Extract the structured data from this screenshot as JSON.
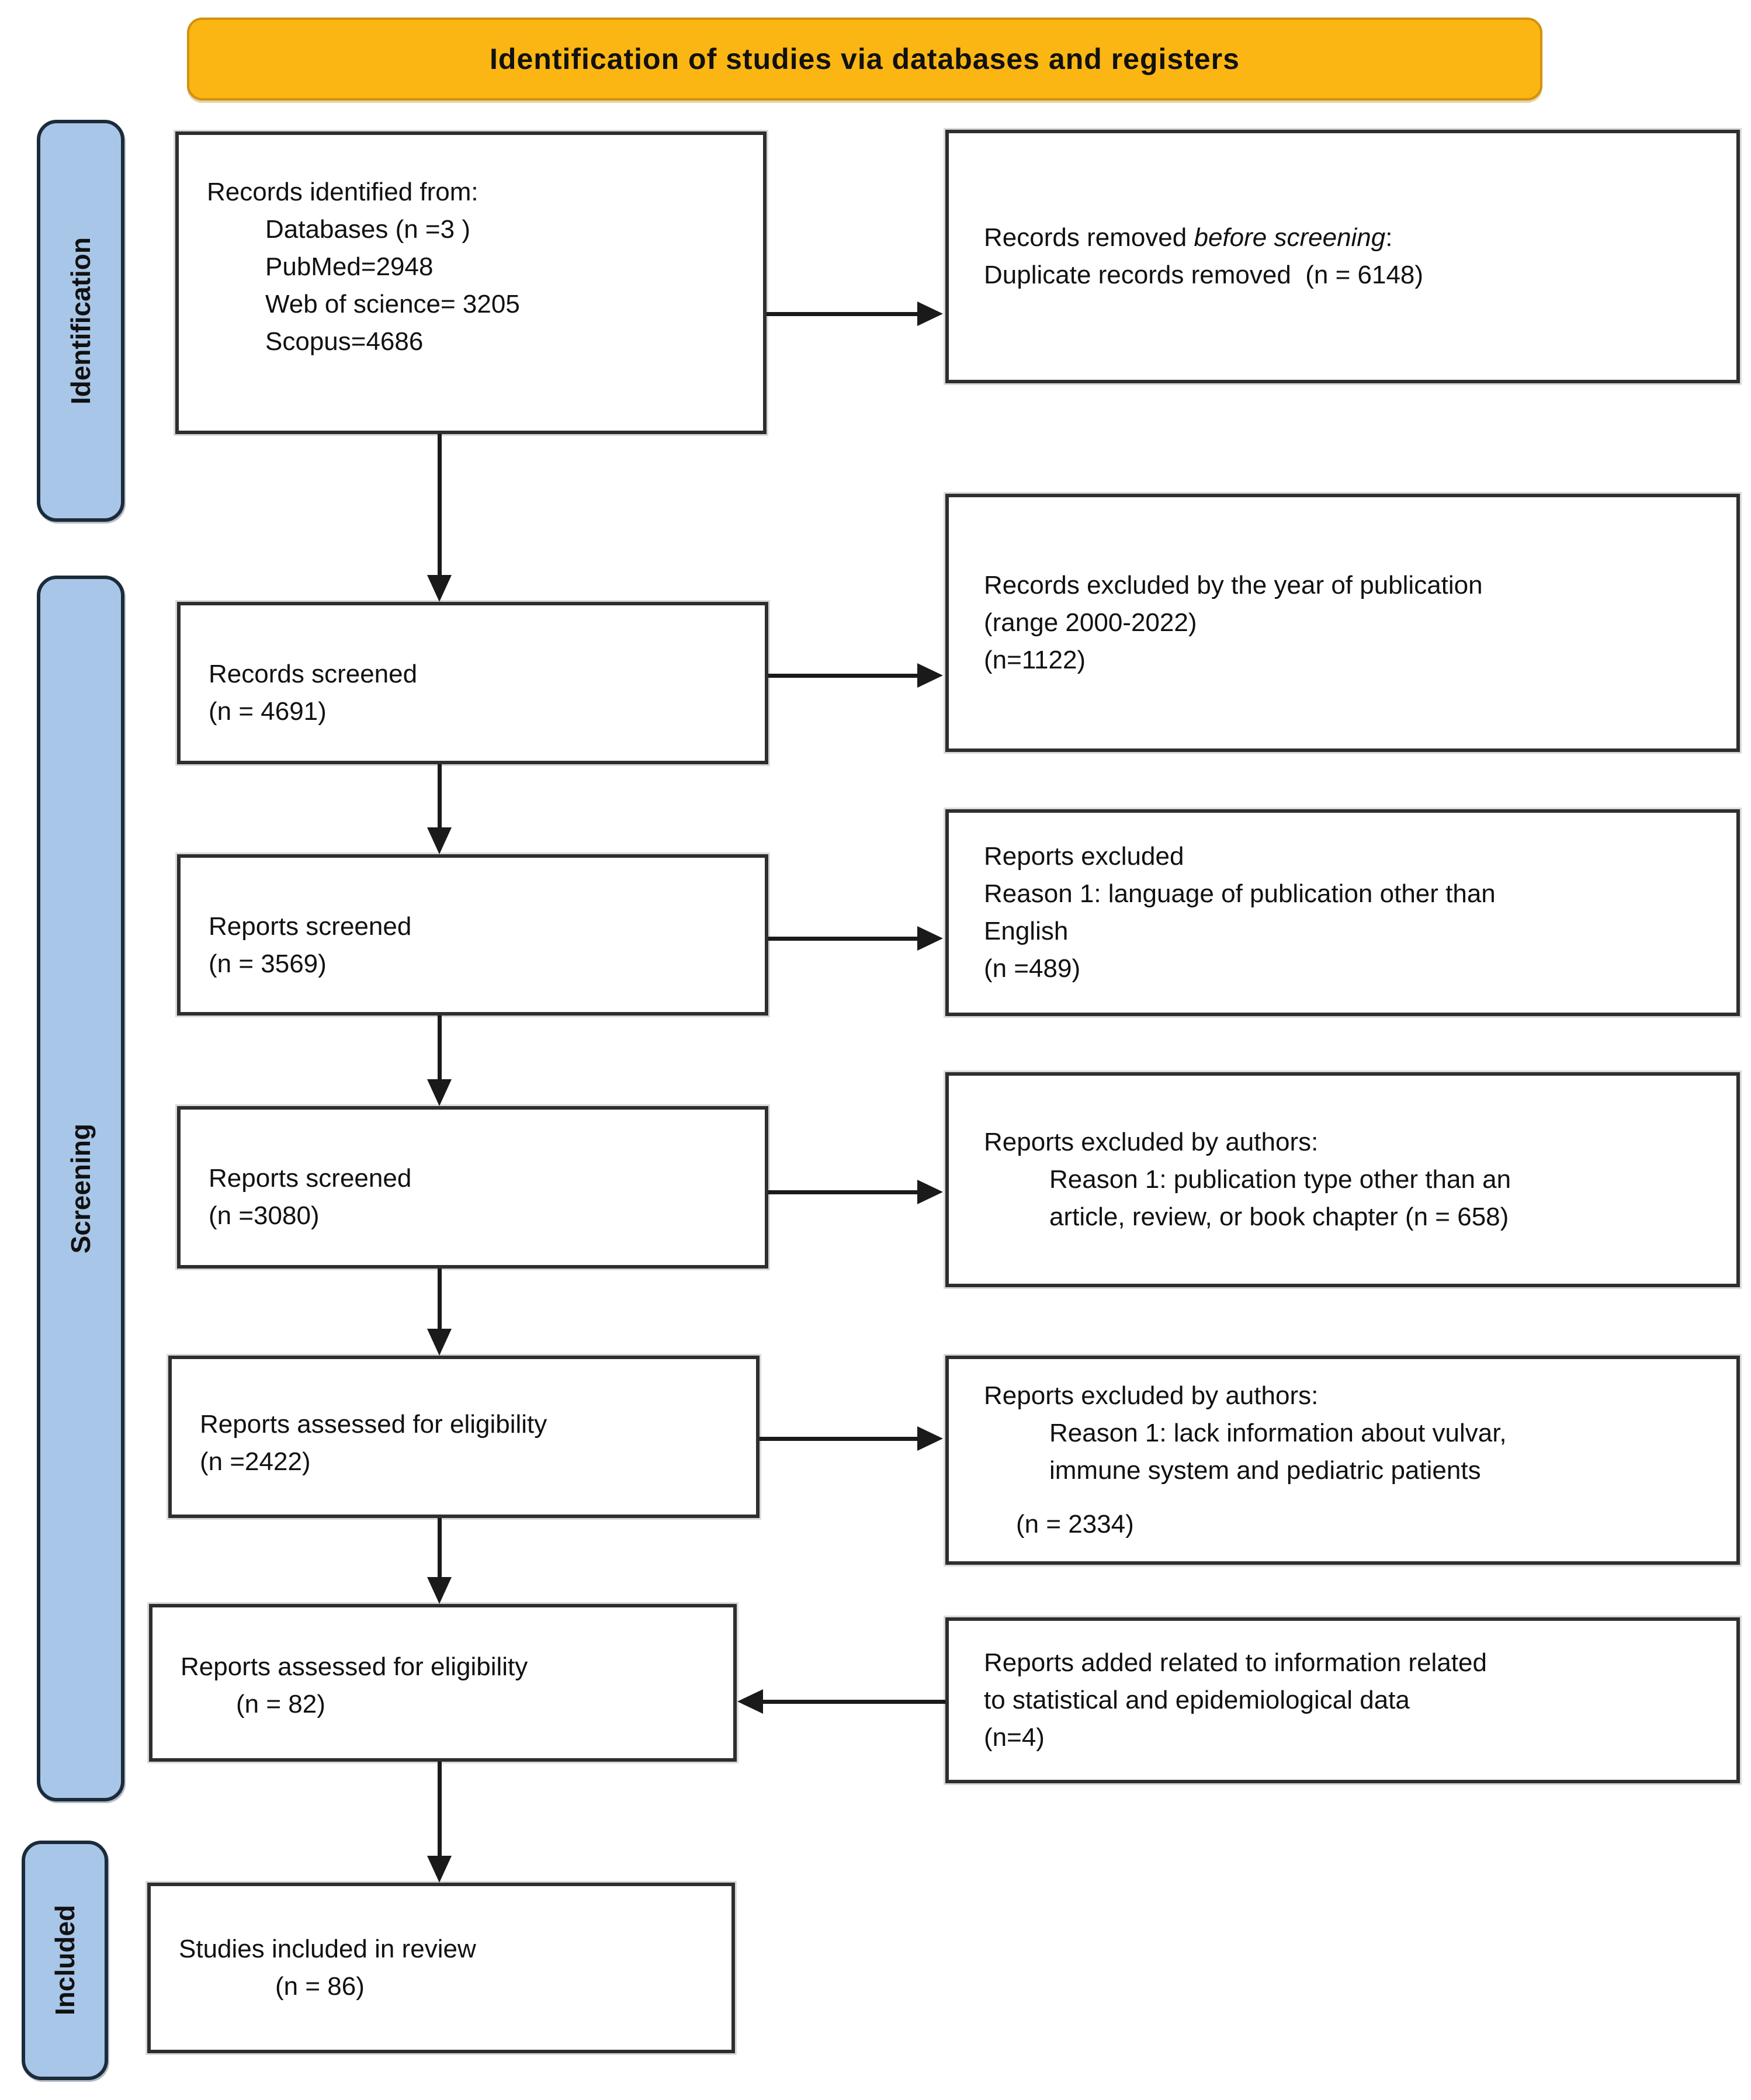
{
  "colors": {
    "banner_bg": "#FBB614",
    "banner_border": "#D2920E",
    "stage_bg": "#A8C6E8",
    "stage_border": "#1C2B3A",
    "box_border": "#2E2E2E",
    "arrow": "#1A1A1A",
    "text": "#111111"
  },
  "banner": {
    "title": "Identification of studies via databases and registers"
  },
  "stages": {
    "identification": "Identification",
    "screening": "Screening",
    "included": "Included"
  },
  "left_boxes": {
    "records_identified": {
      "title": "Records identified from:",
      "items": [
        "Databases (n =3 )",
        "PubMed=2948",
        "Web of science= 3205",
        "Scopus=4686"
      ]
    },
    "records_screened": {
      "line1": "Records screened",
      "line2": "(n = 4691)"
    },
    "reports_screened_1": {
      "line1": "Reports screened",
      "line2": "(n = 3569)"
    },
    "reports_screened_2": {
      "line1": "Reports screened",
      "line2": "(n =3080)"
    },
    "reports_assessed_1": {
      "line1": "Reports assessed for eligibility",
      "line2": "(n =2422)"
    },
    "reports_assessed_2": {
      "line1": "Reports assessed for eligibility",
      "line2": "(n = 82)"
    },
    "studies_included": {
      "line1": "Studies included in review",
      "line2": "(n = 86)"
    }
  },
  "right_boxes": {
    "removed_before_screening": {
      "line1_pre": "Records removed ",
      "line1_italic": "before screening",
      "line1_post": ":",
      "line2": "Duplicate records removed  (n = 6148)"
    },
    "excluded_by_year": {
      "line1": "Records excluded by the year of publication",
      "line2": "(range 2000-2022)",
      "line3": "(n=1122)"
    },
    "excluded_language": {
      "line1": "Reports excluded",
      "line2": "Reason 1: language of publication other than",
      "line3": "English",
      "line4": "(n =489)"
    },
    "excluded_by_authors_type": {
      "line1": "Reports excluded by authors:",
      "line2": "Reason 1: publication type other than an",
      "line3": "article, review, or book chapter (n = 658)"
    },
    "excluded_by_authors_info": {
      "line1": "Reports excluded by authors:",
      "line2": "Reason 1: lack information about vulvar,",
      "line3": "immune system and pediatric patients",
      "line4": "(n = 2334)"
    },
    "reports_added": {
      "line1": "Reports added related to information related",
      "line2": "to statistical and epidemiological data",
      "line3": "(n=4)"
    }
  }
}
